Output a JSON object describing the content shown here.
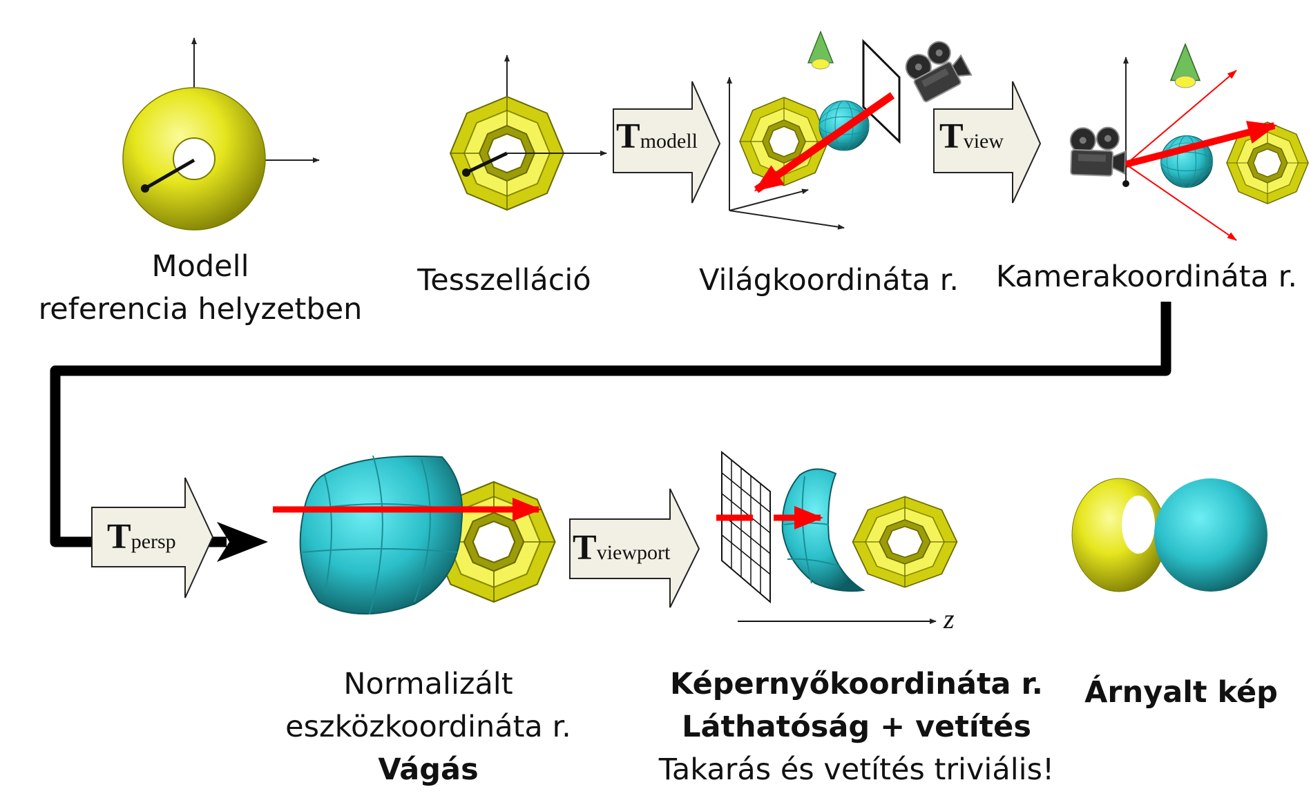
{
  "colors": {
    "torus": "#e6e61e",
    "sphere": "#29bfc9",
    "ray": "#ff0000",
    "arrow_fill": "#f2f0e4",
    "flow": "#000000"
  },
  "stages": {
    "modell": {
      "line1": "Modell",
      "line2": "referencia helyzetben"
    },
    "tessellacio": {
      "label": "Tesszelláció"
    },
    "vilag": {
      "label": "Világkoordináta r."
    },
    "kamera": {
      "label": "Kamerakoordináta r."
    },
    "normalizalt": {
      "line1": "Normalizált",
      "line2": "eszközkoordináta r.",
      "line3": "Vágás"
    },
    "kepernyo": {
      "line1": "Képernyőkoordináta r.",
      "line2": "Láthatóság + vetítés",
      "line3": "Takarás és vetítés triviális!"
    },
    "arnyalt": {
      "label": "Árnyalt kép"
    }
  },
  "transforms": {
    "modell": {
      "T": "T",
      "sub": "modell"
    },
    "view": {
      "T": "T",
      "sub": "view"
    },
    "persp": {
      "T": "T",
      "sub": "persp"
    },
    "viewport": {
      "T": "T",
      "sub": "viewport"
    }
  },
  "axis_z": "z",
  "icons": [
    "torus-icon",
    "octagon-torus-icon",
    "sphere-icon",
    "camera-icon",
    "light-cone-icon",
    "screen-grid-icon"
  ]
}
